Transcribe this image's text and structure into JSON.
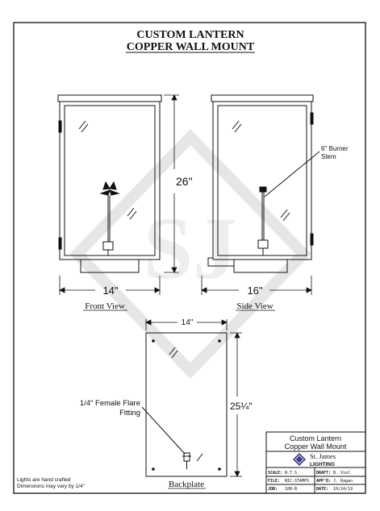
{
  "title": {
    "line1": "CUSTOM LANTERN",
    "line2": "COPPER WALL MOUNT"
  },
  "watermark": "SJ",
  "front_view": {
    "label": "Front View",
    "width_dim": "14\"",
    "height_dim": "26\""
  },
  "side_view": {
    "label": "Side View",
    "width_dim": "16\"",
    "callout_line1": "6\" Burner",
    "callout_line2": "Stem"
  },
  "backplate": {
    "label": "Backplate",
    "width_dim": "14\"",
    "height_dim": "25¼\"",
    "callout_line1": "1/4\" Female Flare",
    "callout_line2": "Fitting"
  },
  "notes": {
    "line1": "Lights are hand crafted",
    "line2": "Dimensions may vary by 1/4\""
  },
  "title_block": {
    "name_line1": "Custom Lantern",
    "name_line2": "Copper Wall Mount",
    "company_line1": "St. James",
    "company_line2": "LIGHTING",
    "rows": [
      {
        "k1": "SCALE:",
        "v1": "N.T.S.",
        "k2": "DRAFT:",
        "v2": "B. Viel"
      },
      {
        "k1": "FILE:",
        "v1": "NIC-STAMPS",
        "k2": "APP'D:",
        "v2": "J. Ragan"
      },
      {
        "k1": "JOB:",
        "v1": "108-B",
        "k2": "DATE:",
        "v2": "10/24/19"
      }
    ]
  },
  "colors": {
    "line": "#111111",
    "watermark": "#e8e8e8",
    "logo": "#3b3a8f"
  }
}
